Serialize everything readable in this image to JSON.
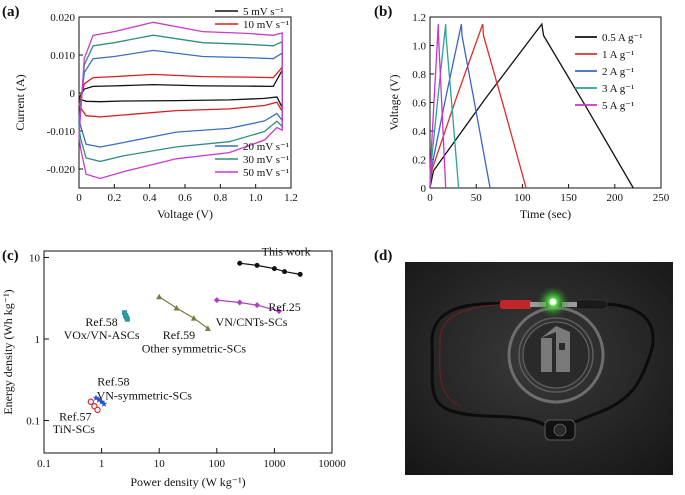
{
  "panels": {
    "a": {
      "label": "(a)"
    },
    "b": {
      "label": "(b)"
    },
    "c": {
      "label": "(c)"
    },
    "d": {
      "label": "(d)"
    }
  },
  "chart_data": [
    {
      "id": "a",
      "type": "line",
      "xlabel": "Voltage (V)",
      "ylabel": "Current (A)",
      "xlim": [
        0,
        1.2
      ],
      "ylim": [
        -0.025,
        0.02
      ],
      "xticks": [
        "0",
        "0.2",
        "0.4",
        "0.6",
        "0.8",
        "1.0",
        "1.2"
      ],
      "xtick_values": [
        0,
        0.2,
        0.4,
        0.6,
        0.8,
        1.0,
        1.2
      ],
      "yticks": [
        "0.020",
        "0.010",
        "0",
        "-0.010",
        "-0.020"
      ],
      "ytick_values": [
        0.02,
        0.01,
        0,
        -0.01,
        -0.02
      ],
      "legend_top": [
        "5 mV s⁻¹",
        "10 mV s⁻¹"
      ],
      "legend_bottom": [
        "20 mV s⁻¹",
        "30 mV s⁻¹",
        "50 mV s⁻¹"
      ],
      "series": [
        {
          "name": "5 mV s⁻¹",
          "color": "#111111",
          "upper_plateau": 0.0019,
          "lower_plateau": -0.0019,
          "upper_peak": 0.0022,
          "lower_peak": -0.0023,
          "tip_top": 0.006,
          "tip_bottom": -0.0038
        },
        {
          "name": "10 mV s⁻¹",
          "color": "#d81e1e",
          "upper_plateau": 0.0044,
          "lower_plateau": -0.0044,
          "upper_peak": 0.0049,
          "lower_peak": -0.0063,
          "tip_top": 0.0068,
          "tip_bottom": -0.0048
        },
        {
          "name": "20 mV s⁻¹",
          "color": "#3b6fbf",
          "upper_plateau": 0.0098,
          "lower_plateau": -0.0098,
          "upper_peak": 0.0112,
          "lower_peak": -0.0142,
          "tip_top": 0.0105,
          "tip_bottom": -0.0072
        },
        {
          "name": "30 mV s⁻¹",
          "color": "#2f8f7f",
          "upper_plateau": 0.0135,
          "lower_plateau": -0.0135,
          "upper_peak": 0.0152,
          "lower_peak": -0.018,
          "tip_top": 0.0135,
          "tip_bottom": -0.0088
        },
        {
          "name": "50 mV s⁻¹",
          "color": "#c83cc8",
          "upper_plateau": 0.0165,
          "lower_plateau": -0.0165,
          "upper_peak": 0.0186,
          "lower_peak": -0.0225,
          "tip_top": 0.0158,
          "tip_bottom": -0.0098
        }
      ]
    },
    {
      "id": "b",
      "type": "line",
      "xlabel": "Time (sec)",
      "ylabel": "Voltage (V)",
      "xlim": [
        0,
        250
      ],
      "ylim": [
        0,
        1.2
      ],
      "xticks": [
        "0",
        "50",
        "100",
        "150",
        "200",
        "250"
      ],
      "xtick_values": [
        0,
        50,
        100,
        150,
        200,
        250
      ],
      "yticks": [
        "1.2",
        "1.0",
        "0.8",
        "0.6",
        "0.4",
        "0.2",
        "0"
      ],
      "ytick_values": [
        1.2,
        1.0,
        0.8,
        0.6,
        0.4,
        0.2,
        0
      ],
      "series": [
        {
          "name": "0.5 A g⁻¹",
          "color": "#111111",
          "t_peak": 121,
          "t_end": 220,
          "v_peak": 1.15
        },
        {
          "name": "1 A g⁻¹",
          "color": "#e32b2b",
          "t_peak": 57,
          "t_end": 104,
          "v_peak": 1.15
        },
        {
          "name": "2 A g⁻¹",
          "color": "#3b64c4",
          "t_peak": 34,
          "t_end": 65,
          "v_peak": 1.15
        },
        {
          "name": "3 A g⁻¹",
          "color": "#2aa394",
          "t_peak": 17,
          "t_end": 31,
          "v_peak": 1.15
        },
        {
          "name": "5 A g⁻¹",
          "color": "#cc33cc",
          "t_peak": 9,
          "t_end": 17,
          "v_peak": 1.15
        }
      ]
    },
    {
      "id": "c",
      "type": "scatter",
      "xlabel": "Power density (W kg⁻¹)",
      "ylabel": "Energy density (Wh kg⁻¹)",
      "xscale": "log",
      "yscale": "log",
      "xlim": [
        0.1,
        10000
      ],
      "ylim": [
        0.04,
        12
      ],
      "xticks": [
        "0.1",
        "1",
        "10",
        "100",
        "1000",
        "10000"
      ],
      "xtick_values": [
        0.1,
        1,
        10,
        100,
        1000,
        10000
      ],
      "yticks": [
        "10",
        "1",
        "0.1"
      ],
      "ytick_values": [
        10,
        1,
        0.1
      ],
      "series": [
        {
          "name": "This work",
          "color": "#111111",
          "marker": "circle",
          "x": [
            250,
            500,
            1000,
            1500,
            2800
          ],
          "y": [
            8.5,
            8.0,
            7.3,
            6.7,
            6.2
          ]
        },
        {
          "name": "VN/CNTs-SCs",
          "color": "#b03fc0",
          "marker": "diamond",
          "x": [
            100,
            250,
            500,
            1200
          ],
          "y": [
            3.0,
            2.8,
            2.6,
            2.2
          ]
        },
        {
          "name": "Other symmetric-SCs",
          "color": "#7a7a3a",
          "marker": "triangle",
          "x": [
            10,
            20,
            40,
            70
          ],
          "y": [
            3.3,
            2.4,
            1.8,
            1.35
          ]
        },
        {
          "name": "VOx/VN-ASCs",
          "color": "#2a9aa0",
          "marker": "square",
          "x": [
            2.5,
            2.6,
            2.7,
            2.8
          ],
          "y": [
            2.1,
            1.95,
            1.85,
            1.75
          ]
        },
        {
          "name": "VN-symmetric-SCs",
          "color": "#2b4fc4",
          "marker": "star",
          "x": [
            0.8,
            0.9,
            1.0,
            1.1
          ],
          "y": [
            0.19,
            0.18,
            0.17,
            0.16
          ]
        },
        {
          "name": "TiN-SCs",
          "color": "#d62b2b",
          "marker": "circle-open",
          "x": [
            0.65,
            0.75,
            0.85
          ],
          "y": [
            0.17,
            0.15,
            0.135
          ]
        }
      ],
      "labels": [
        {
          "text": "This work",
          "x": 1600,
          "y": 10.5
        },
        {
          "text": "Ref.25",
          "x": 1500,
          "y": 2.2
        },
        {
          "text": "VN/CNTs-SCs",
          "x": 400,
          "y": 1.45
        },
        {
          "text": "Ref.58",
          "x": 1.0,
          "y": 1.45
        },
        {
          "text": "VOx/VN-ASCs",
          "x": 1.0,
          "y": 1.0
        },
        {
          "text": "Ref.59",
          "x": 22,
          "y": 1.0
        },
        {
          "text": "Other symmetric-SCs",
          "x": 40,
          "y": 0.68
        },
        {
          "text": "Ref.58",
          "x": 1.6,
          "y": 0.27
        },
        {
          "text": "VN-symmetric-SCs",
          "x": 5.5,
          "y": 0.18
        },
        {
          "text": "Ref.57",
          "x": 0.35,
          "y": 0.1
        },
        {
          "text": "TiN-SCs",
          "x": 0.33,
          "y": 0.07
        }
      ]
    }
  ]
}
